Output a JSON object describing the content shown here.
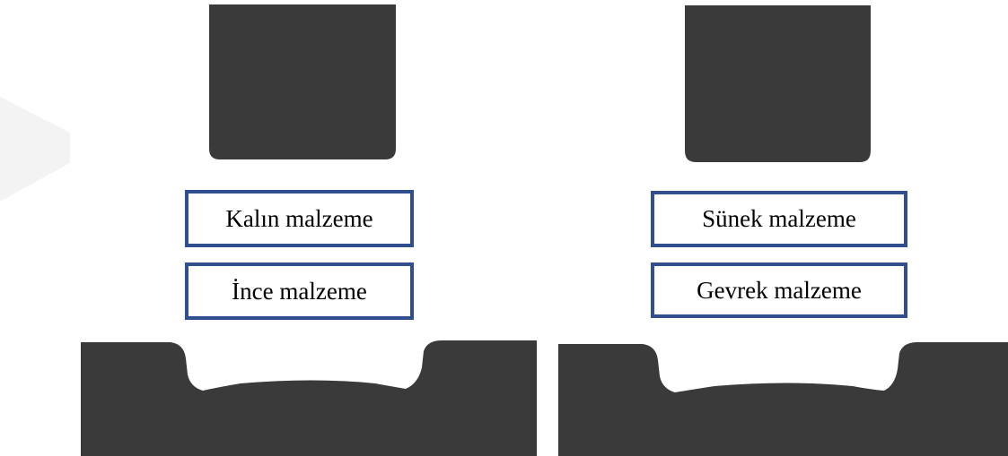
{
  "left_panel": {
    "top_label": "Kalın malzeme",
    "bottom_label": "İnce malzeme"
  },
  "right_panel": {
    "top_label": "Sünek malzeme",
    "bottom_label": "Gevrek malzeme"
  },
  "colors": {
    "material": "#3a3a3a",
    "box_border": "#2f4f8f",
    "watermark": "#f2f2f2"
  }
}
